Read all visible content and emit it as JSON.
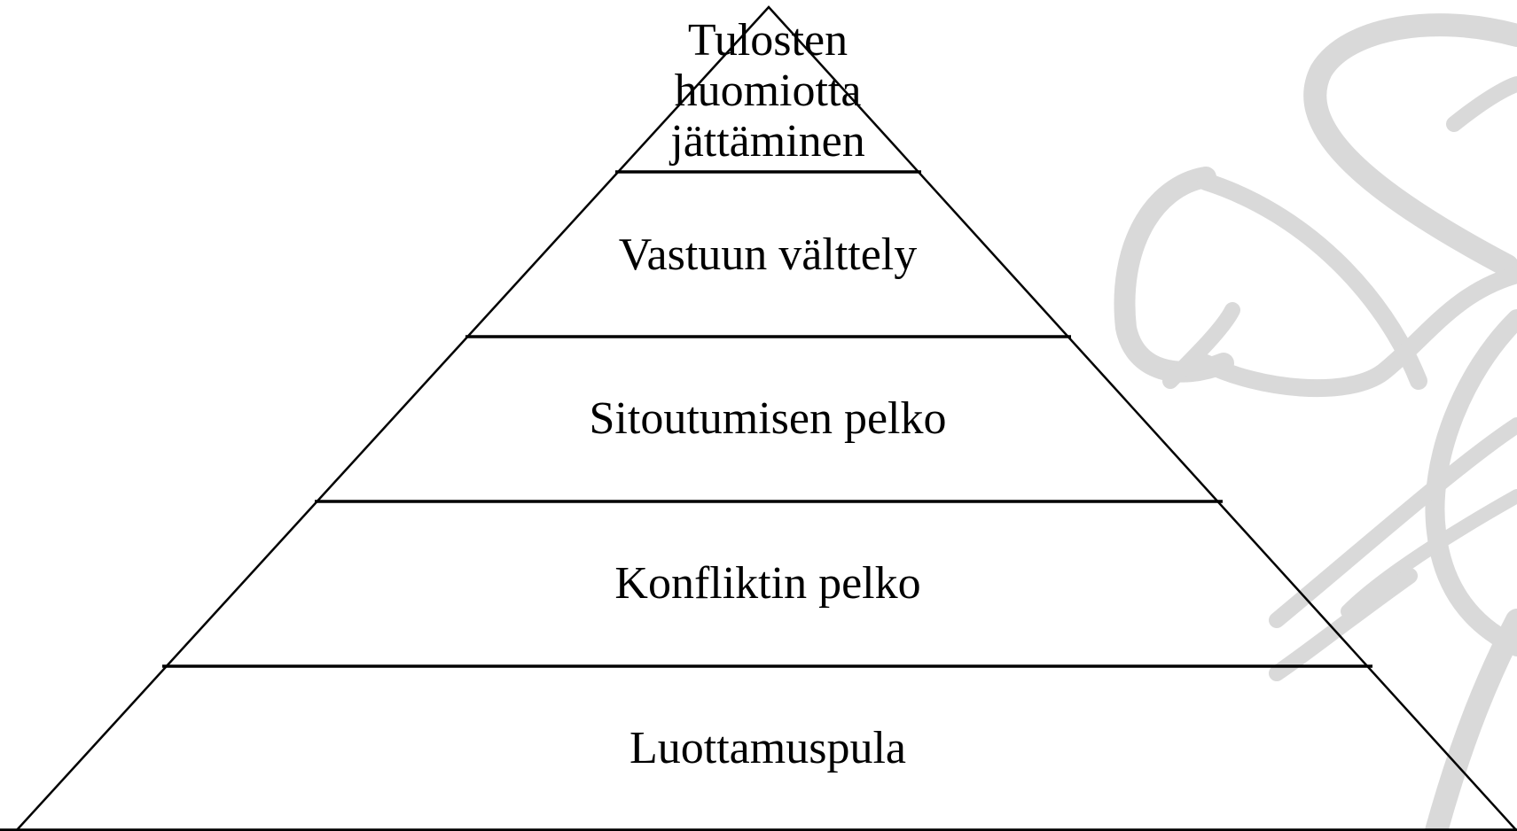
{
  "diagram": {
    "type": "pyramid",
    "levels_top_to_bottom": [
      {
        "label_lines": [
          "Tulosten",
          "huomiotta",
          "jättäminen"
        ]
      },
      {
        "label_lines": [
          "Vastuun välttely"
        ]
      },
      {
        "label_lines": [
          "Sitoutumisen pelko"
        ]
      },
      {
        "label_lines": [
          "Konfliktin pelko"
        ]
      },
      {
        "label_lines": [
          "Luottamuspula"
        ]
      }
    ]
  },
  "colors": {
    "background": "#ffffff",
    "lines": "#000000",
    "watermark": "#d9d9d9"
  },
  "icons": {
    "watermark": "decorative-swirl-watermark-icon"
  }
}
